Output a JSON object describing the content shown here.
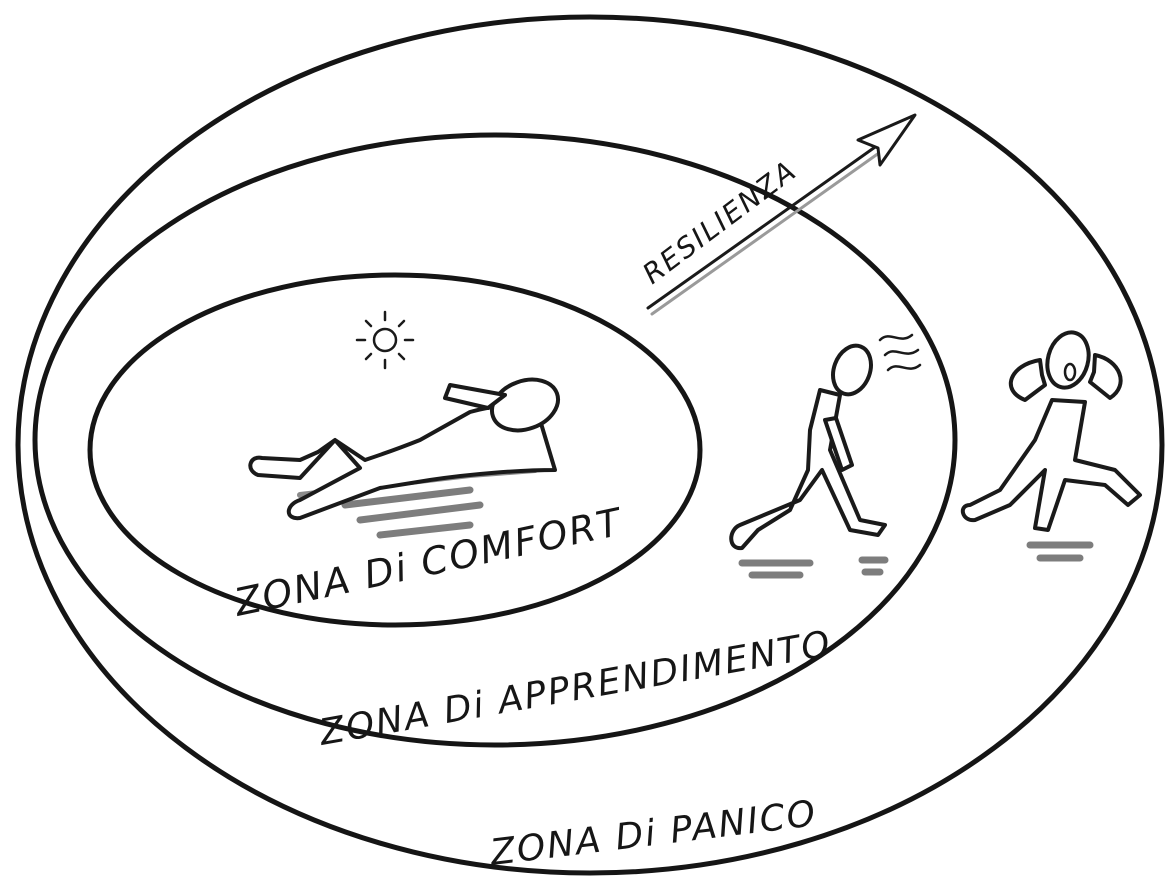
{
  "zones": {
    "comfort": "ZONA Di COMFORT",
    "learning": "ZONA Di APPRENDIMENTO",
    "panic": "ZONA Di PANICO"
  },
  "arrow": {
    "label": "RESILIENZA"
  },
  "figures": {
    "comfort": "relaxing-person",
    "learning": "running-person-with-effort",
    "panic": "panicking-running-person"
  },
  "colors": {
    "ink": "#151515",
    "shadow": "#7d7d7d",
    "background": "#ffffff"
  }
}
